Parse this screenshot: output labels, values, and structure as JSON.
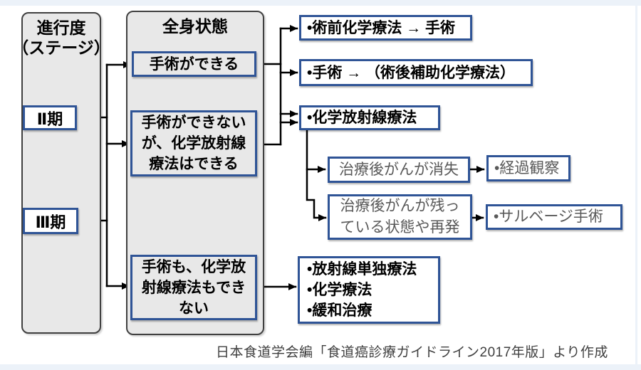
{
  "colors": {
    "accent_blue": "#2f5496",
    "panel_grey": "#e8e8e8",
    "panel_border": "#404040",
    "grey_text": "#595959",
    "caption_grey": "#3f3f3f",
    "edge_strip": "#ecf2f9",
    "line_black": "#000000"
  },
  "stage_column": {
    "title": "進行度\n（ステージ）",
    "stages": [
      {
        "label": "Ⅱ期"
      },
      {
        "label": "Ⅲ期"
      }
    ]
  },
  "condition_column": {
    "title": "全身状態",
    "conditions": [
      {
        "label": "手術ができる"
      },
      {
        "label": "手術ができない\nが、化学放射線\n療法はできる"
      },
      {
        "label": "手術も、化学放\n射線療法もでき\nない"
      }
    ]
  },
  "treatments": [
    {
      "label": "•術前化学療法 → 手術"
    },
    {
      "label": "•手術 → （術後補助化学療法）"
    },
    {
      "label": "•化学放射線療法"
    },
    {
      "label": "•放射線単独療法\n•化学療法\n•緩和治療"
    }
  ],
  "outcomes": [
    {
      "condition": "治療後がんが消失",
      "action": "•経過観察"
    },
    {
      "condition": "治療後がんが残っ\nている状態や再発",
      "action": "•サルベージ手術"
    }
  ],
  "caption": "日本食道学会編「食道癌診療ガイドライン2017年版」より作成"
}
